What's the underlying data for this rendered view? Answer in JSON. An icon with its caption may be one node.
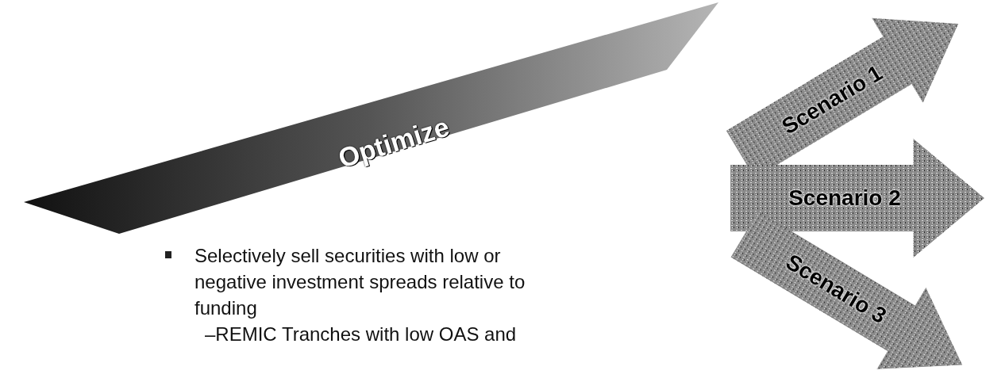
{
  "diagram": {
    "nodes": [
      {
        "text": [
          "Optimize"
        ]
      },
      {
        "text": [
          "Scenario 1"
        ]
      },
      {
        "text": [
          "Scenario 2"
        ]
      },
      {
        "text": [
          "Scenario 3"
        ]
      }
    ],
    "labels": [
      "Selectively sell securities with low or negative investment spreads relative to funding",
      "–REMIC Tranches with low OAS and"
    ]
  }
}
